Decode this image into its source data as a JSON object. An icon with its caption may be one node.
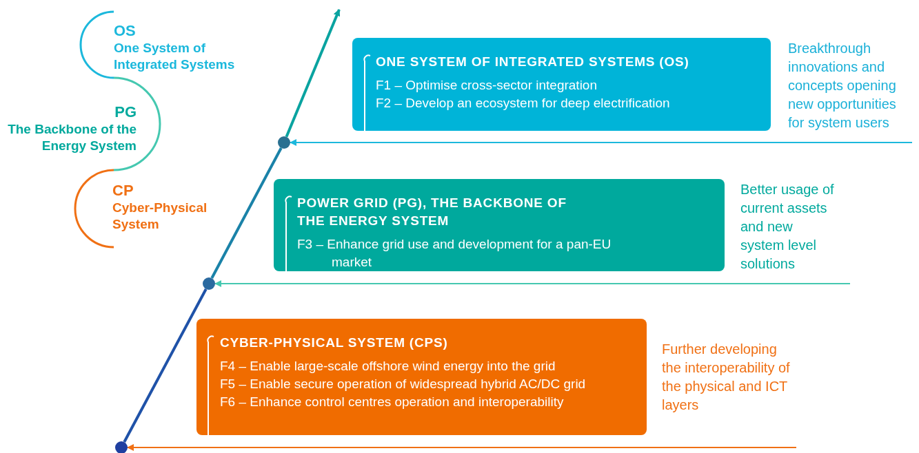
{
  "diagram": {
    "nodes": [
      {
        "text": [
          "OS",
          "One System of Integrated Systems"
        ]
      },
      {
        "text": [
          "PG",
          "The Backbone of the Energy System"
        ]
      },
      {
        "text": [
          "CP",
          "Cyber-Physical System"
        ]
      },
      {
        "text": [
          "ONE SYSTEM OF INTEGRATED SYSTEMS (OS)",
          "F1 – Optimise cross-sector integration",
          "F2 – Develop an ecosystem for deep electrification"
        ],
        "beside": [
          "Breakthrough innovations and concepts opening new opportunities for system users"
        ]
      },
      {
        "text": [
          "POWER GRID (PG), THE BACKBONE OF THE ENERGY SYSTEM",
          "F3 – Enhance grid use and development for a pan-EU market"
        ],
        "beside": [
          "Better usage of current assets and new system level solutions"
        ]
      },
      {
        "text": [
          "CYBER-PHYSICAL SYSTEM (CPS)",
          "F4 – Enable large-scale offshore wind energy into the grid",
          "F5 – Enable secure operation of widespread hybrid AC/DC grid",
          "F6 – Enhance control centres operation and interoperability"
        ],
        "beside": [
          "Further developing the interoperability of the physical and ICT layers"
        ]
      },
      {
        "text": [],
        "shape": "circle"
      },
      {
        "text": [],
        "shape": "circle"
      },
      {
        "text": [],
        "shape": "circle"
      }
    ],
    "edges": [
      {
        "from": null,
        "to": 6,
        "arrow": "to",
        "color": "#1cb8dc"
      },
      {
        "from": null,
        "to": 7,
        "arrow": "to",
        "color": "#45c8b0"
      },
      {
        "from": null,
        "to": 8,
        "arrow": "to",
        "color": "#f07014"
      },
      {
        "from": 8,
        "to": 7,
        "arrow": "none",
        "style": "thick",
        "color": "#1f52a8"
      },
      {
        "from": 7,
        "to": 6,
        "arrow": "none",
        "style": "thick",
        "color": "#1a82a8"
      },
      {
        "from": 6,
        "to": null,
        "arrow": "to",
        "style": "thick",
        "color": "#0aa3a0"
      },
      {
        "from": 3,
        "to": null,
        "arrow": "none",
        "color": "#ffffff"
      },
      {
        "from": 4,
        "to": null,
        "arrow": "none",
        "color": "#ffffff"
      },
      {
        "from": 5,
        "to": null,
        "arrow": "none",
        "color": "#ffffff"
      }
    ]
  }
}
